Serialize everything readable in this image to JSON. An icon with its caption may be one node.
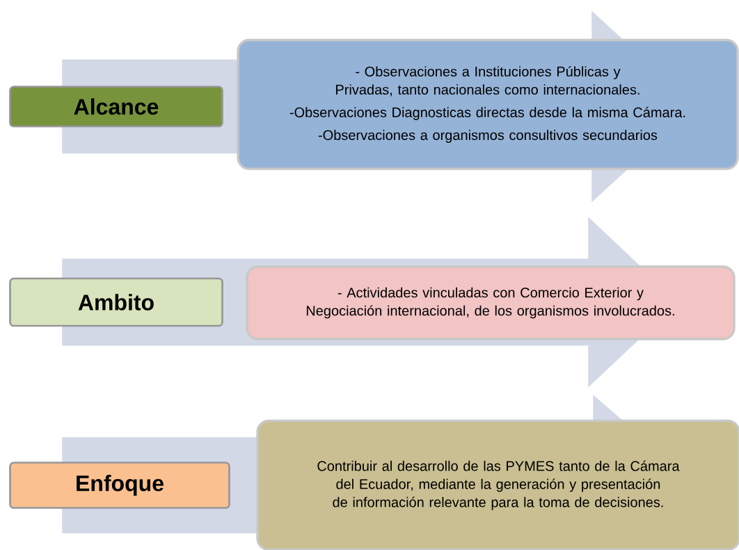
{
  "diagram": {
    "nodes": [
      {
        "text": [
          "Alcance"
        ]
      },
      {
        "text": [
          "- Observaciones a Instituciones Públicas y Privadas, tanto nacionales como internacionales.",
          "-Observaciones Diagnosticas directas desde la misma Cámara.",
          "-Observaciones a organismos consultivos secundarios"
        ]
      },
      {
        "text": [
          "Ambito"
        ]
      },
      {
        "text": [
          "- Actividades vinculadas con Comercio Exterior y Negociación internacional, de los organismos involucrados."
        ]
      },
      {
        "text": [
          "Enfoque"
        ]
      },
      {
        "text": [
          "Contribuir al desarrollo de las PYMES tanto de la Cámara del Ecuador, mediante la generación y presentación de información relevante para la toma de decisiones."
        ]
      }
    ],
    "edges": [
      {
        "from": 0,
        "to": 1,
        "arrow": "to"
      },
      {
        "from": 2,
        "to": 3,
        "arrow": "to"
      },
      {
        "from": 4,
        "to": 5,
        "arrow": "to"
      }
    ]
  }
}
